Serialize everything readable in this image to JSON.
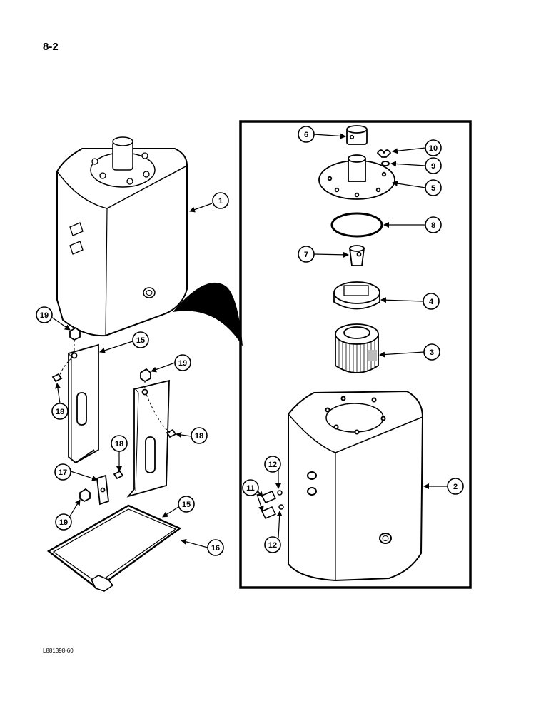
{
  "page": {
    "number": "8-2",
    "figure_code": "L881398-60"
  },
  "callouts": [
    {
      "id": "c1",
      "label": "1"
    },
    {
      "id": "c2",
      "label": "2"
    },
    {
      "id": "c3",
      "label": "3"
    },
    {
      "id": "c4",
      "label": "4"
    },
    {
      "id": "c5",
      "label": "5"
    },
    {
      "id": "c6",
      "label": "6"
    },
    {
      "id": "c7",
      "label": "7"
    },
    {
      "id": "c8",
      "label": "8"
    },
    {
      "id": "c9",
      "label": "9"
    },
    {
      "id": "c10",
      "label": "10"
    },
    {
      "id": "c11",
      "label": "11"
    },
    {
      "id": "c12a",
      "label": "12"
    },
    {
      "id": "c12b",
      "label": "12"
    },
    {
      "id": "c15a",
      "label": "15"
    },
    {
      "id": "c15b",
      "label": "15"
    },
    {
      "id": "c16",
      "label": "16"
    },
    {
      "id": "c17",
      "label": "17"
    },
    {
      "id": "c18a",
      "label": "18"
    },
    {
      "id": "c18b",
      "label": "18"
    },
    {
      "id": "c18c",
      "label": "18"
    },
    {
      "id": "c19a",
      "label": "19"
    },
    {
      "id": "c19b",
      "label": "19"
    },
    {
      "id": "c19c",
      "label": "19"
    }
  ]
}
